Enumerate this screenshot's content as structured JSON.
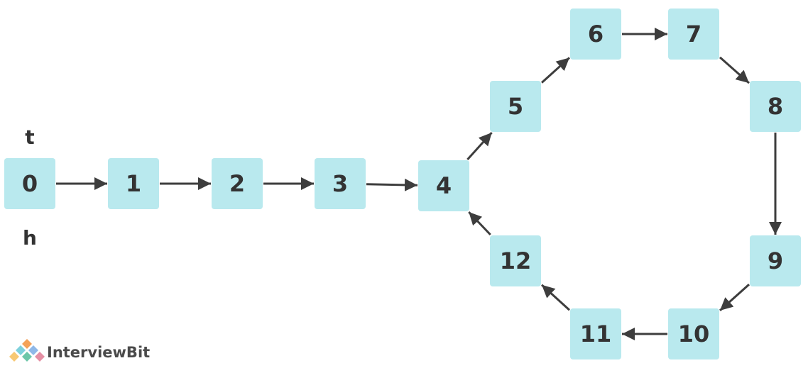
{
  "nodes": [
    {
      "id": "n0",
      "label": "0"
    },
    {
      "id": "n1",
      "label": "1"
    },
    {
      "id": "n2",
      "label": "2"
    },
    {
      "id": "n3",
      "label": "3"
    },
    {
      "id": "n4",
      "label": "4"
    },
    {
      "id": "n5",
      "label": "5"
    },
    {
      "id": "n6",
      "label": "6"
    },
    {
      "id": "n7",
      "label": "7"
    },
    {
      "id": "n8",
      "label": "8"
    },
    {
      "id": "n9",
      "label": "9"
    },
    {
      "id": "n10",
      "label": "10"
    },
    {
      "id": "n11",
      "label": "11"
    },
    {
      "id": "n12",
      "label": "12"
    }
  ],
  "edges": [
    [
      "n0",
      "n1"
    ],
    [
      "n1",
      "n2"
    ],
    [
      "n2",
      "n3"
    ],
    [
      "n3",
      "n4"
    ],
    [
      "n4",
      "n5"
    ],
    [
      "n5",
      "n6"
    ],
    [
      "n6",
      "n7"
    ],
    [
      "n7",
      "n8"
    ],
    [
      "n8",
      "n9"
    ],
    [
      "n9",
      "n10"
    ],
    [
      "n10",
      "n11"
    ],
    [
      "n11",
      "n12"
    ],
    [
      "n12",
      "n4"
    ]
  ],
  "pointers": {
    "tortoise": {
      "label": "t",
      "node": "n0"
    },
    "hare": {
      "label": "h",
      "node": "n0"
    }
  },
  "colors": {
    "node_fill": "#b9e9ee",
    "text": "#333333",
    "edge": "#3d3d3d"
  },
  "logo": {
    "text": "InterviewBit",
    "icon": "interviewbit-logo-icon"
  }
}
